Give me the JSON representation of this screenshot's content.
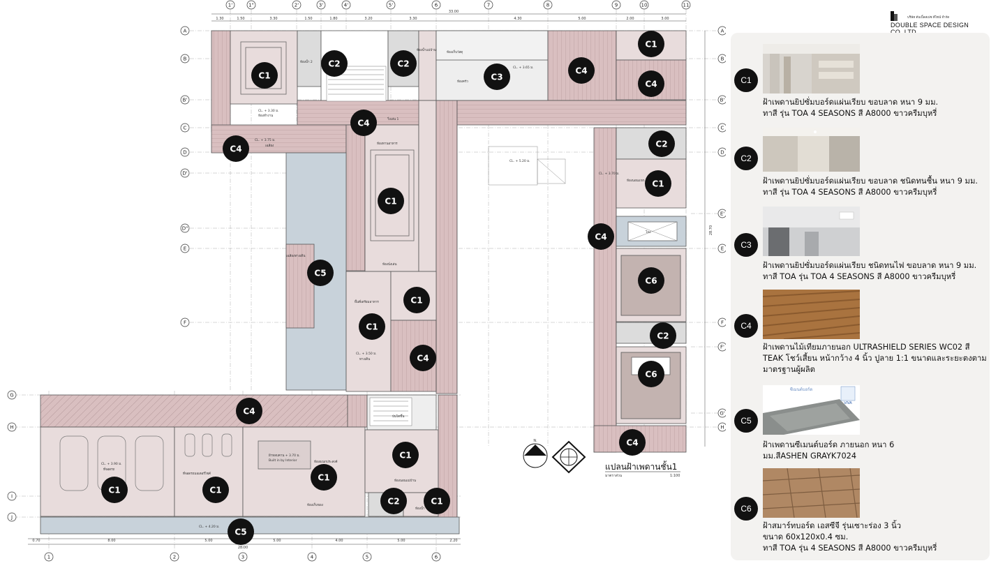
{
  "brand": {
    "name": "DOUBLE SPACE DESIGN CO.,LTD.",
    "thai_name": "บริษัท ดับเบิ้ลสเปซ ดีไซน์ จำกัด",
    "logo_icon": "building-logo-icon"
  },
  "plan": {
    "title": "แปลนฝ้าเพดานชั้น1",
    "subtitle": "มาตราส่วน",
    "scale": "1:100",
    "north_label": "N.",
    "overall_width": "33.00",
    "overall_height": "28.70",
    "gridlines_top": [
      "1'",
      "1\"",
      "2'",
      "3'",
      "4'",
      "5'",
      "6",
      "7",
      "8",
      "9",
      "10",
      "11"
    ],
    "gridlines_bottom": [
      "1",
      "2",
      "3",
      "4",
      "5",
      "6"
    ],
    "gridlines_left": [
      "A",
      "B",
      "B'",
      "C",
      "D",
      "D'",
      "D\"",
      "E",
      "F",
      "G",
      "H",
      "I",
      "J"
    ],
    "gridlines_right": [
      "A",
      "B",
      "B'",
      "C",
      "D",
      "E'",
      "E",
      "F",
      "F'",
      "G'",
      "H"
    ],
    "dims_top": [
      "1.30",
      "1.50",
      "3.30",
      "1.50",
      "1.80",
      "3.20",
      "3.30",
      "4.30",
      "5.00",
      "2.00",
      "3.00"
    ],
    "dims_bottom": [
      "0.70",
      "8.00",
      "5.00",
      "5.00",
      "4.00",
      "5.00",
      "2.20"
    ],
    "bottom_total": "28.00",
    "badges": [
      {
        "code": "C1"
      },
      {
        "code": "C2"
      },
      {
        "code": "C2"
      },
      {
        "code": "C3"
      },
      {
        "code": "C4"
      },
      {
        "code": "C1"
      },
      {
        "code": "C4"
      },
      {
        "code": "C4"
      },
      {
        "code": "C4"
      },
      {
        "code": "C2"
      },
      {
        "code": "C1"
      },
      {
        "code": "C1"
      },
      {
        "code": "C4"
      },
      {
        "code": "C5"
      },
      {
        "code": "C6"
      },
      {
        "code": "C1"
      },
      {
        "code": "C1"
      },
      {
        "code": "C4"
      },
      {
        "code": "C2"
      },
      {
        "code": "C6"
      },
      {
        "code": "C4"
      },
      {
        "code": "C4"
      },
      {
        "code": "C1"
      },
      {
        "code": "C1"
      },
      {
        "code": "C1"
      },
      {
        "code": "C1"
      },
      {
        "code": "C2"
      },
      {
        "code": "C1"
      },
      {
        "code": "C5"
      },
      {
        "code": "C1"
      }
    ],
    "room_labels": [
      "CL. + 3.30 ม.",
      "ห้องทำงาน",
      "ห้องน้ำ 2",
      "ห้องน้ำแม่บ้าน",
      "ห้องเก็บวัสดุ",
      "ห้องครัว",
      "CL. + 3.65 ม.",
      "CL. + 3.75 ม.",
      "เฉลียง",
      "วิ่งเล่น 1",
      "ห้องทานอาหาร",
      "ห้องนั่งเล่น",
      "พื้นที่เตรียมอาหาร",
      "ทางเดิน",
      "ห้องนอนแขก",
      "ห้องนอนแม่บ้าน",
      "ห้องน้ำ",
      "CL. + 3.70 ม.",
      "เฉลียงทางเดิน",
      "CL. + 3.90 ม.",
      "ที่จอดรถ",
      "ที่จอดรถมอเตอร์ไซค์",
      "ห้องอเนกประสงค์",
      "ห้องเก็บของ",
      "บันไดขึ้น",
      "CL. + 4.20 ม.",
      "CL. + 3.50 ม.",
      "CL. + 5.20 ม.",
      "โถง",
      "ฝ้าหลบคาน + 3.70 ม.",
      "Built in by Interior"
    ]
  },
  "legend": {
    "items": [
      {
        "code": "C1",
        "lines": [
          "ฝ้าเพดานยิปซั่มบอร์ดแผ่นเรียบ ขอบลาด หนา 9 มม.",
          "ทาสี รุ่น TOA 4 SEASONS สี A8000 ขาวครีมบุหรี่"
        ]
      },
      {
        "code": "C2",
        "lines": [
          "ฝ้าเพดานยิปซั่มบอร์ดแผ่นเรียบ ขอบลาด ชนิดทนชื้น หนา 9 มม.",
          "ทาสี รุ่น TOA 4 SEASONS สี A8000 ขาวครีมบุหรี่"
        ]
      },
      {
        "code": "C3",
        "lines": [
          "ฝ้าเพดานยิปซั่มบอร์ดแผ่นเรียบ ชนิดทนไฟ ขอบลาด หนา 9 มม.",
          "ทาสี TOA รุ่น TOA 4 SEASONS สี A8000 ขาวครีมบุหรี่"
        ]
      },
      {
        "code": "C4",
        "lines": [
          "ฝ้าเพดานไม้เทียมภายนอก ULTRASHIELD SERIES WC02 สี",
          "TEAK โชว์เสี้ยน หน้ากว้าง 4 นิ้ว ปูลาย 1:1 ขนาดและระยะตงตาม",
          "มาตรฐานผู้ผลิต"
        ]
      },
      {
        "code": "C5",
        "lines": [
          "ฝ้าเพดานซีเมนต์บอร์ด ภายนอก หนา 6",
          "มม.สีASHEN GRAYK7024"
        ],
        "photo_brand": "VIVA",
        "photo_caption": "ซีเมนต์บอร์ด"
      },
      {
        "code": "C6",
        "lines": [
          "ฝ้าสมาร์ทบอร์ด เอสซีจี รุ่นเซาะร่อง 3 นิ้ว",
          "ขนาด 60x120x0.4 ซม.",
          "ทาสี TOA รุ่น 4 SEASONS สี A8000 ขาวครีมบุหรี่"
        ]
      }
    ]
  }
}
